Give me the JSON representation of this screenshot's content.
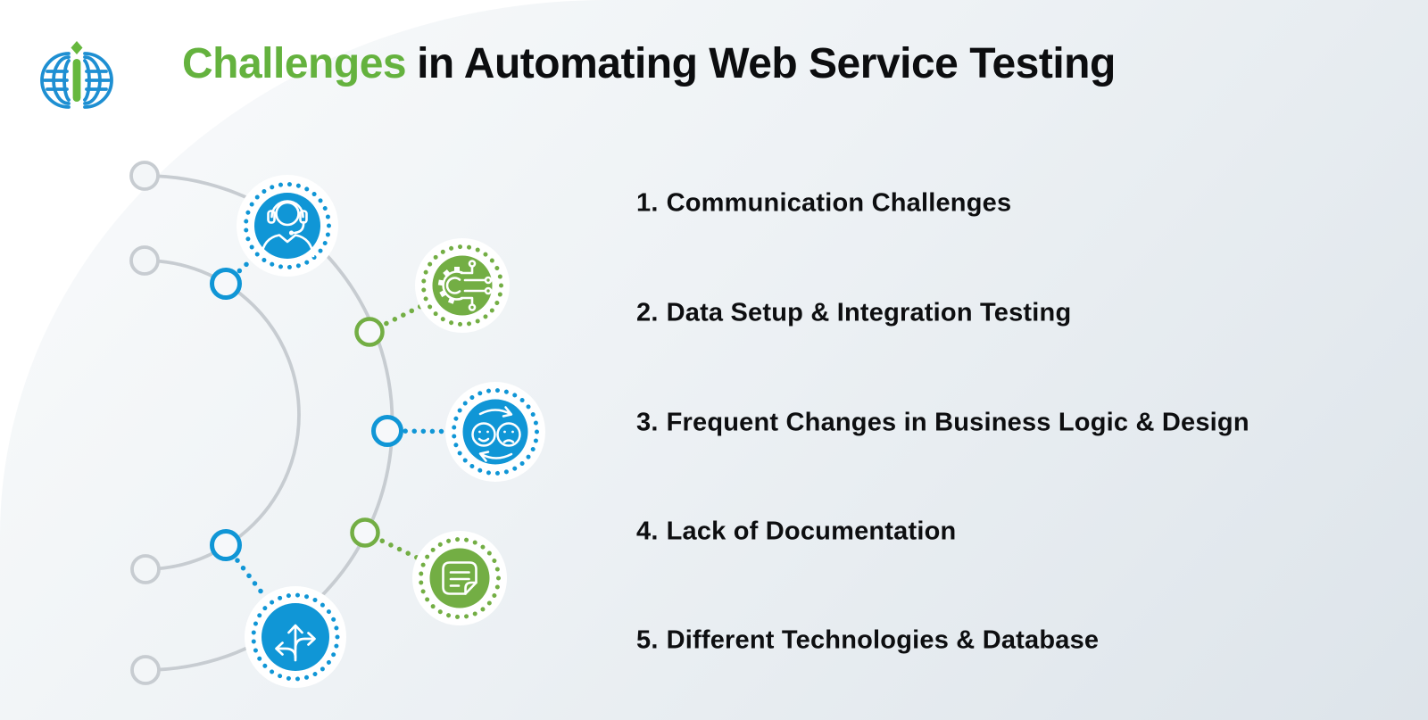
{
  "header": {
    "title_highlight": "Challenges",
    "title_rest": "in Automating Web Service Testing",
    "logo": "globe-i-logo"
  },
  "challenges": [
    {
      "number": "1.",
      "label": "Communication Challenges",
      "icon": "headset-support-icon",
      "accent": "#1096d6"
    },
    {
      "number": "2.",
      "label": "Data Setup & Integration Testing",
      "icon": "gear-integration-icon",
      "accent": "#73ae44"
    },
    {
      "number": "3.",
      "label": "Frequent Changes in Business Logic & Design",
      "icon": "faces-change-cycle-icon",
      "accent": "#1096d6"
    },
    {
      "number": "4.",
      "label": "Lack of Documentation",
      "icon": "document-icon",
      "accent": "#73ae44"
    },
    {
      "number": "5.",
      "label": "Different Technologies & Database",
      "icon": "direction-arrows-icon",
      "accent": "#1096d6"
    }
  ],
  "colors": {
    "blue": "#1096d6",
    "green": "#73ae44",
    "title_green": "#64b23e",
    "text": "#0d0e10",
    "arc_gray": "#c7ccd1",
    "background_top_left": "#ffffff",
    "panel_gradient_start": "#f8fafb",
    "panel_gradient_end": "#dde4ea"
  }
}
